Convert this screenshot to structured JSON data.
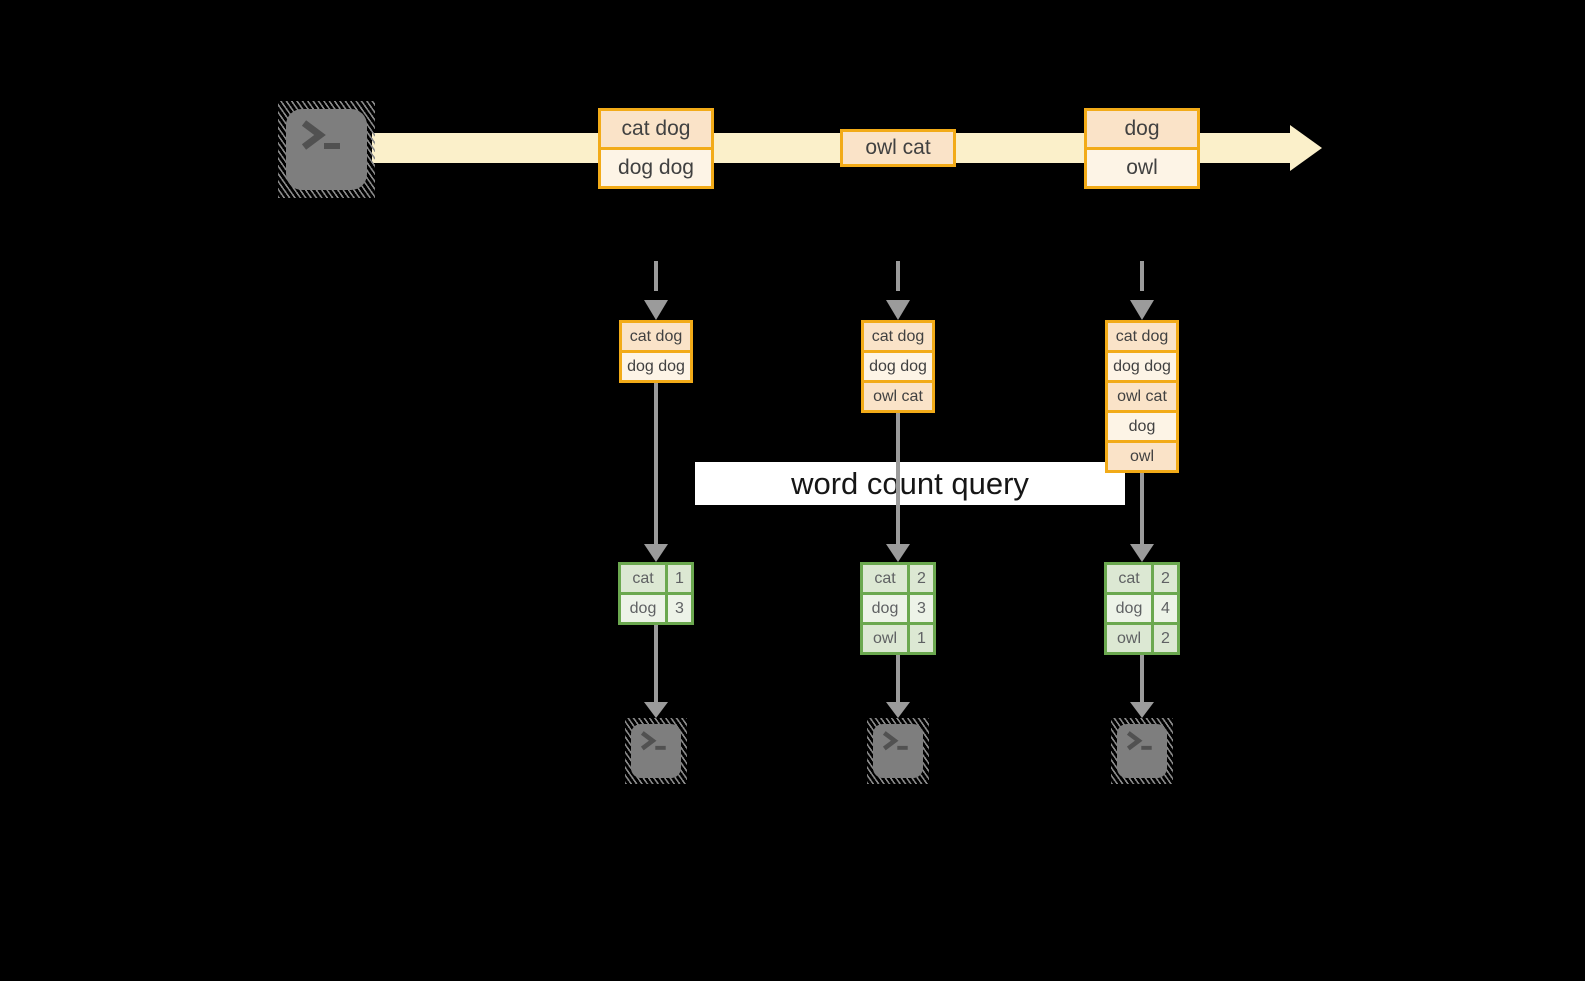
{
  "banner": {
    "label": "word count query"
  },
  "stream": {
    "events": [
      {
        "cells": [
          "cat dog",
          "dog dog"
        ]
      },
      {
        "cells": [
          "owl cat"
        ]
      },
      {
        "cells": [
          "dog",
          "owl"
        ]
      }
    ]
  },
  "tasks": [
    {
      "accumulated": [
        "cat dog",
        "dog dog"
      ],
      "counts": [
        {
          "word": "cat",
          "value": "1"
        },
        {
          "word": "dog",
          "value": "3"
        }
      ]
    },
    {
      "accumulated": [
        "cat dog",
        "dog dog",
        "owl cat"
      ],
      "counts": [
        {
          "word": "cat",
          "value": "2"
        },
        {
          "word": "dog",
          "value": "3"
        },
        {
          "word": "owl",
          "value": "1"
        }
      ]
    },
    {
      "accumulated": [
        "cat dog",
        "dog dog",
        "owl cat",
        "dog",
        "owl"
      ],
      "counts": [
        {
          "word": "cat",
          "value": "2"
        },
        {
          "word": "dog",
          "value": "4"
        },
        {
          "word": "owl",
          "value": "2"
        }
      ]
    }
  ],
  "colors": {
    "background": "#000000",
    "stream_band": "#FBF0CA",
    "box_border": "#F2AB18",
    "box_fill_dark": "#FAE3C8",
    "box_fill_light": "#FDF4E6",
    "table_border": "#6BA84F",
    "table_fill_dark": "#DCE8D3",
    "table_fill_light": "#EDF3E8",
    "arrow_gray": "#9B9B9B",
    "terminal_gray": "#7E7E7E",
    "banner_bg": "#FFFFFF"
  }
}
